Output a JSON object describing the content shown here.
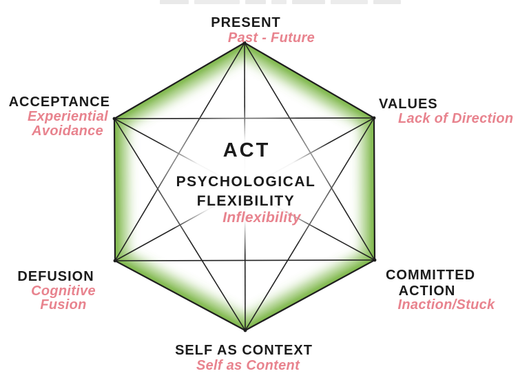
{
  "center": {
    "acronym": "ACT",
    "title_line1": "PSYCHOLOGICAL",
    "title_line2": "FLEXIBILITY",
    "opposite": "Inflexibility"
  },
  "labels": {
    "present": {
      "title": "PRESENT",
      "opposite": "Past - Future"
    },
    "values": {
      "title": "VALUES",
      "opposite": "Lack of Direction"
    },
    "committed_action": {
      "title_line1": "COMMITTED",
      "title_line2": "ACTION",
      "opposite": "Inaction/Stuck"
    },
    "self_as_context": {
      "title": "SELF AS CONTEXT",
      "opposite": "Self as Content"
    },
    "defusion": {
      "title": "DEFUSION",
      "opposite_line1": "Cognitive",
      "opposite_line2": "Fusion"
    },
    "acceptance": {
      "title": "ACCEPTANCE",
      "opposite_line1": "Experiential",
      "opposite_line2": "Avoidance"
    }
  },
  "colors": {
    "heading_text": "#1b1b1b",
    "opposite_text": "#e8838e",
    "glow_green": "#7fb84c",
    "connection_line": "#232323"
  }
}
